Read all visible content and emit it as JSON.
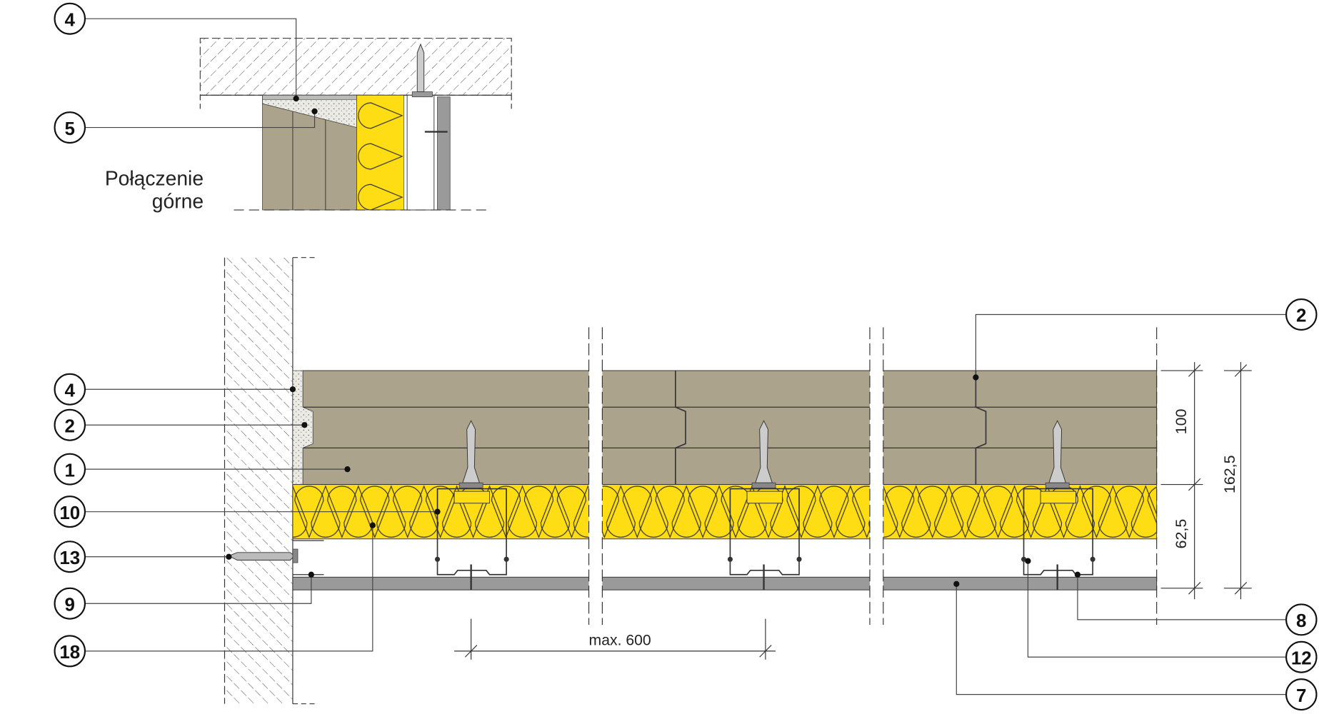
{
  "top_detail": {
    "caption_line1": "Połączenie",
    "caption_line2": "górne"
  },
  "callouts": {
    "top_4": "4",
    "top_5": "5",
    "left_4": "4",
    "left_2": "2",
    "left_1": "1",
    "left_10": "10",
    "left_13": "13",
    "left_9": "9",
    "left_18": "18",
    "right_2": "2",
    "right_8": "8",
    "right_12": "12",
    "right_7": "7"
  },
  "dimensions": {
    "spacing": "max. 600",
    "board_thickness": "100",
    "insulation_thickness": "62,5",
    "total": "162,5"
  },
  "colors": {
    "board": "#aba38c",
    "insulation": "#ffdd15",
    "plasterboard": "#9a9a9a",
    "foam": "#e8e6e0"
  }
}
